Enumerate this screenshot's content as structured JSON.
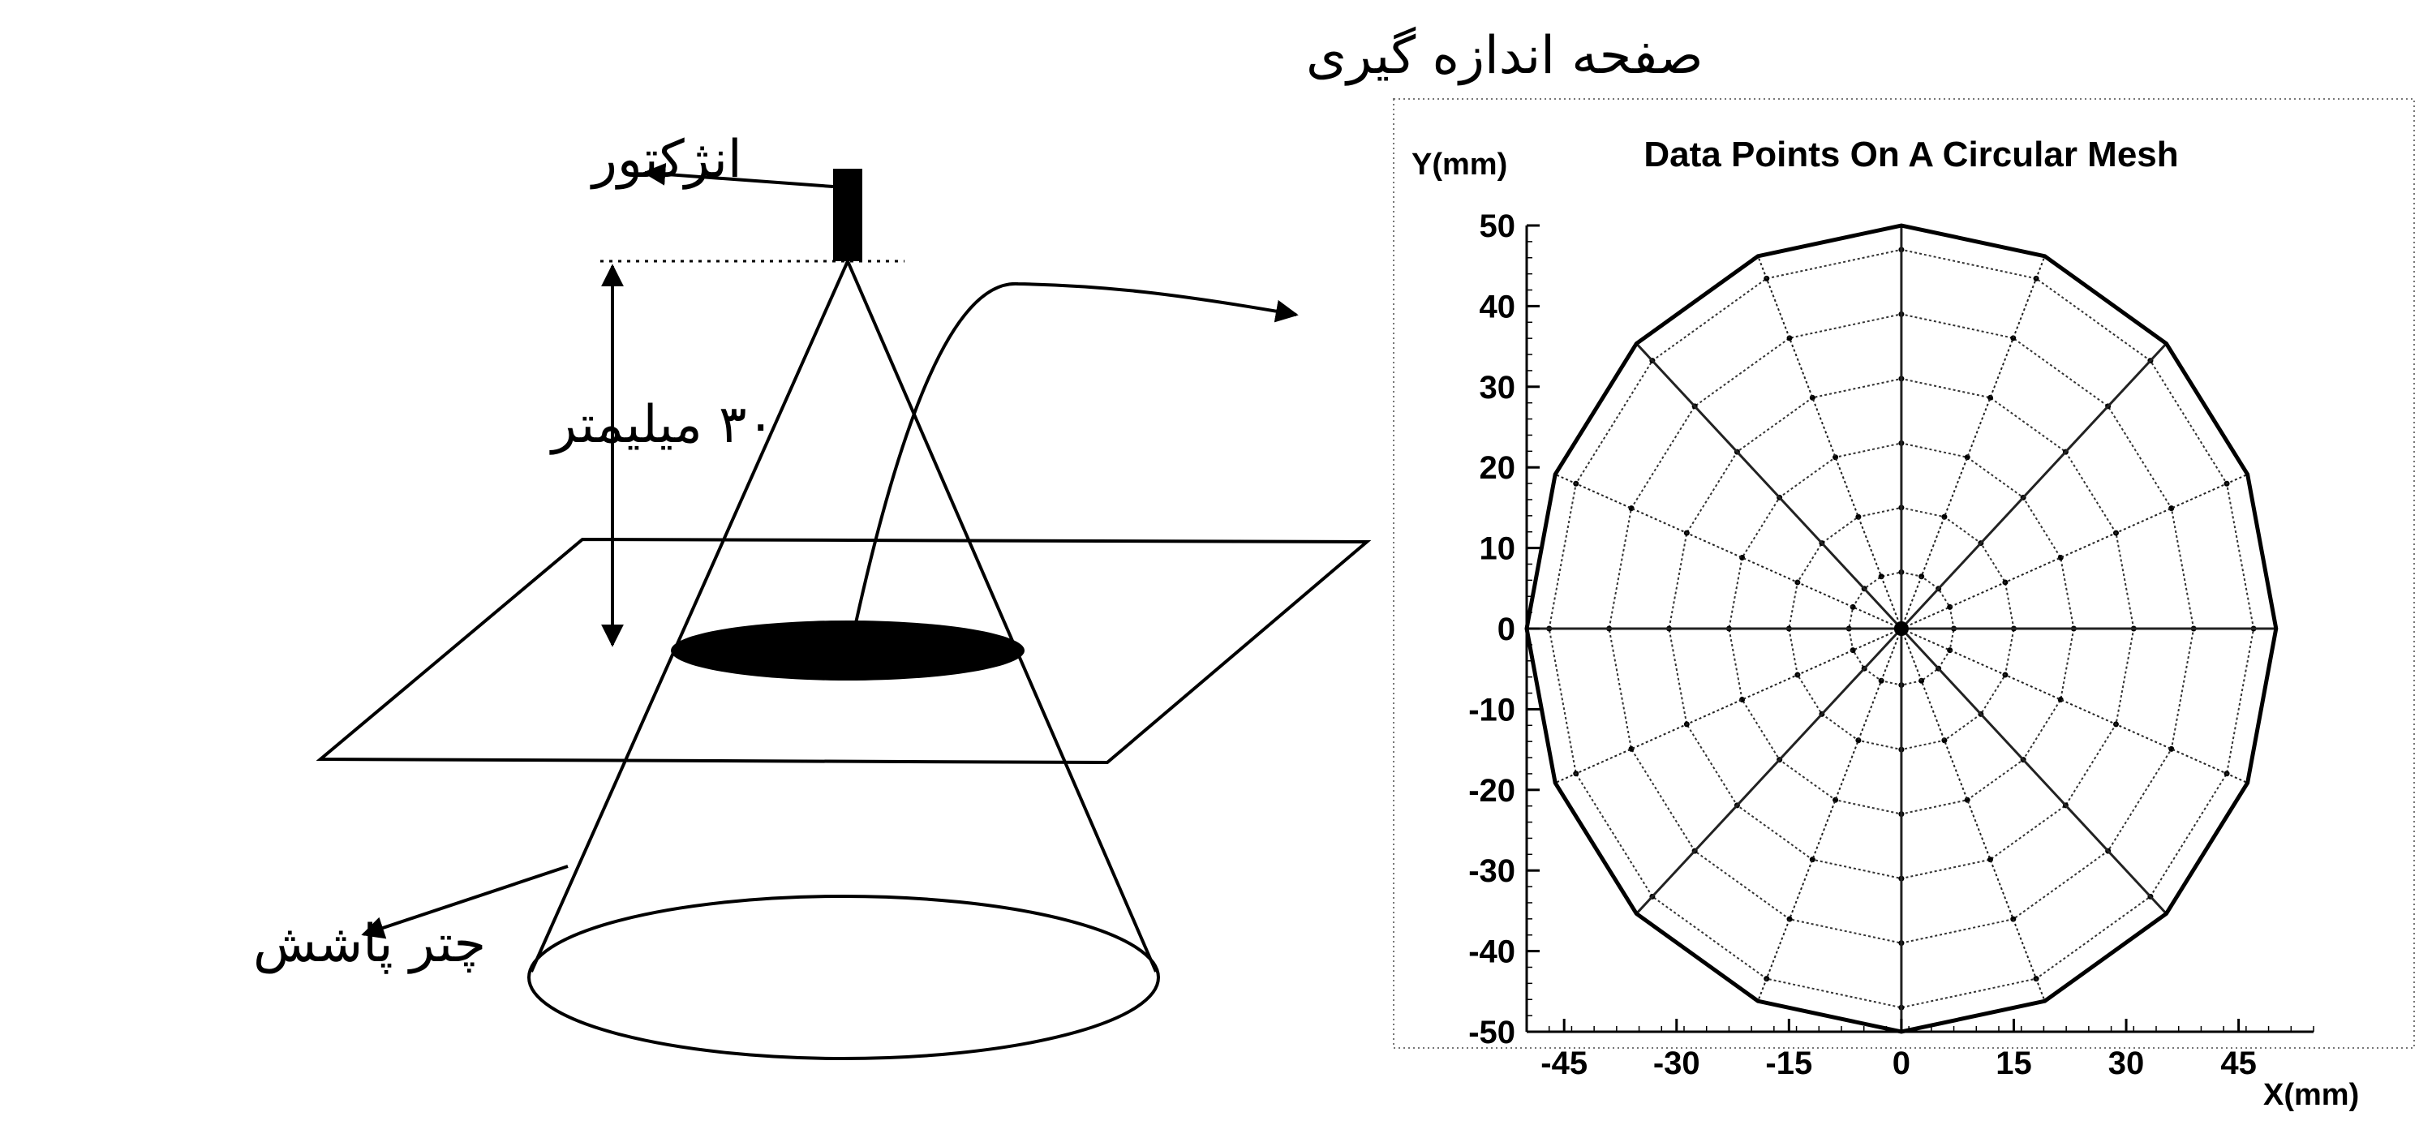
{
  "diagram": {
    "labels": {
      "measurement_plane": "صفحه اندازه گیری",
      "injector": "انژکتور",
      "distance": "۳۰ میلیمتر",
      "spray_cone": "چتر پاشش"
    }
  },
  "chart_data": {
    "type": "polar-mesh",
    "title": "Data Points On A Circular Mesh",
    "xlabel": "X(mm)",
    "ylabel": "Y(mm)",
    "xlim": [
      -50,
      55
    ],
    "ylim": [
      -50,
      50
    ],
    "xticks": [
      -45,
      -30,
      -15,
      0,
      15,
      30,
      45
    ],
    "yticks": [
      50,
      40,
      30,
      20,
      10,
      0,
      -10,
      -20,
      -30,
      -40,
      -50
    ],
    "mesh": {
      "rings": 6,
      "spokes": 16,
      "outer_radius": 50,
      "ring_radii": [
        7,
        15,
        23,
        31,
        39,
        47
      ]
    },
    "grid": true
  }
}
